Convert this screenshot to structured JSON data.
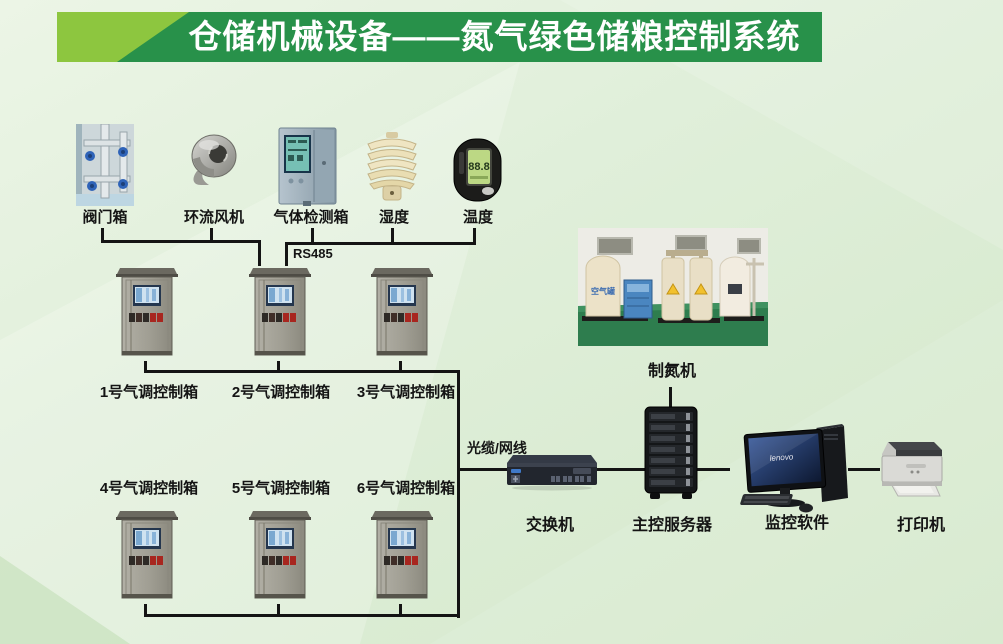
{
  "banner": {
    "title": "仓储机械设备——氮气绿色储粮控制系统"
  },
  "sensors": [
    {
      "label": "阀门箱"
    },
    {
      "label": "环流风机"
    },
    {
      "label": "气体检测箱"
    },
    {
      "label": "湿度"
    },
    {
      "label": "温度"
    }
  ],
  "bus": {
    "rs485": "RS485",
    "fiber": "光缆/网线"
  },
  "control_boxes": [
    {
      "label": "1号气调控制箱"
    },
    {
      "label": "2号气调控制箱"
    },
    {
      "label": "3号气调控制箱"
    },
    {
      "label": "4号气调控制箱"
    },
    {
      "label": "5号气调控制箱"
    },
    {
      "label": "6号气调控制箱"
    }
  ],
  "equipment": {
    "nitrogen_generator": "制氮机",
    "air_tank_text": "空气罐",
    "switch": "交换机",
    "server": "主控服务器",
    "monitoring_software": "监控软件",
    "printer": "打印机",
    "monitor_brand": "lenovo",
    "temperature_reading": "88.8"
  },
  "colors": {
    "banner_green": "#28914a",
    "banner_accent": "#8dc63f",
    "background": "#e3f0dd",
    "connector": "#141414"
  }
}
